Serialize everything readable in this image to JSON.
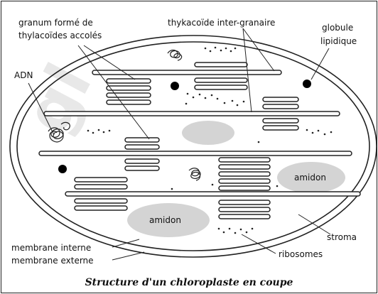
{
  "labels": {
    "granum_line1": "granum formé de",
    "granum_line2": "thylacoïdes accolés",
    "thylakoide": "thykacoïde inter-granaire",
    "globule_line1": "globule",
    "globule_line2": "lipidique",
    "adn": "ADN",
    "amidon_right": "amidon",
    "amidon_left": "amidon",
    "stroma": "stroma",
    "ribosomes": "ribosomes",
    "membrane_interne": "membrane interne",
    "membrane_externe": "membrane externe"
  },
  "caption": "Structure d'un chloroplaste en coupe",
  "watermark": "gl"
}
